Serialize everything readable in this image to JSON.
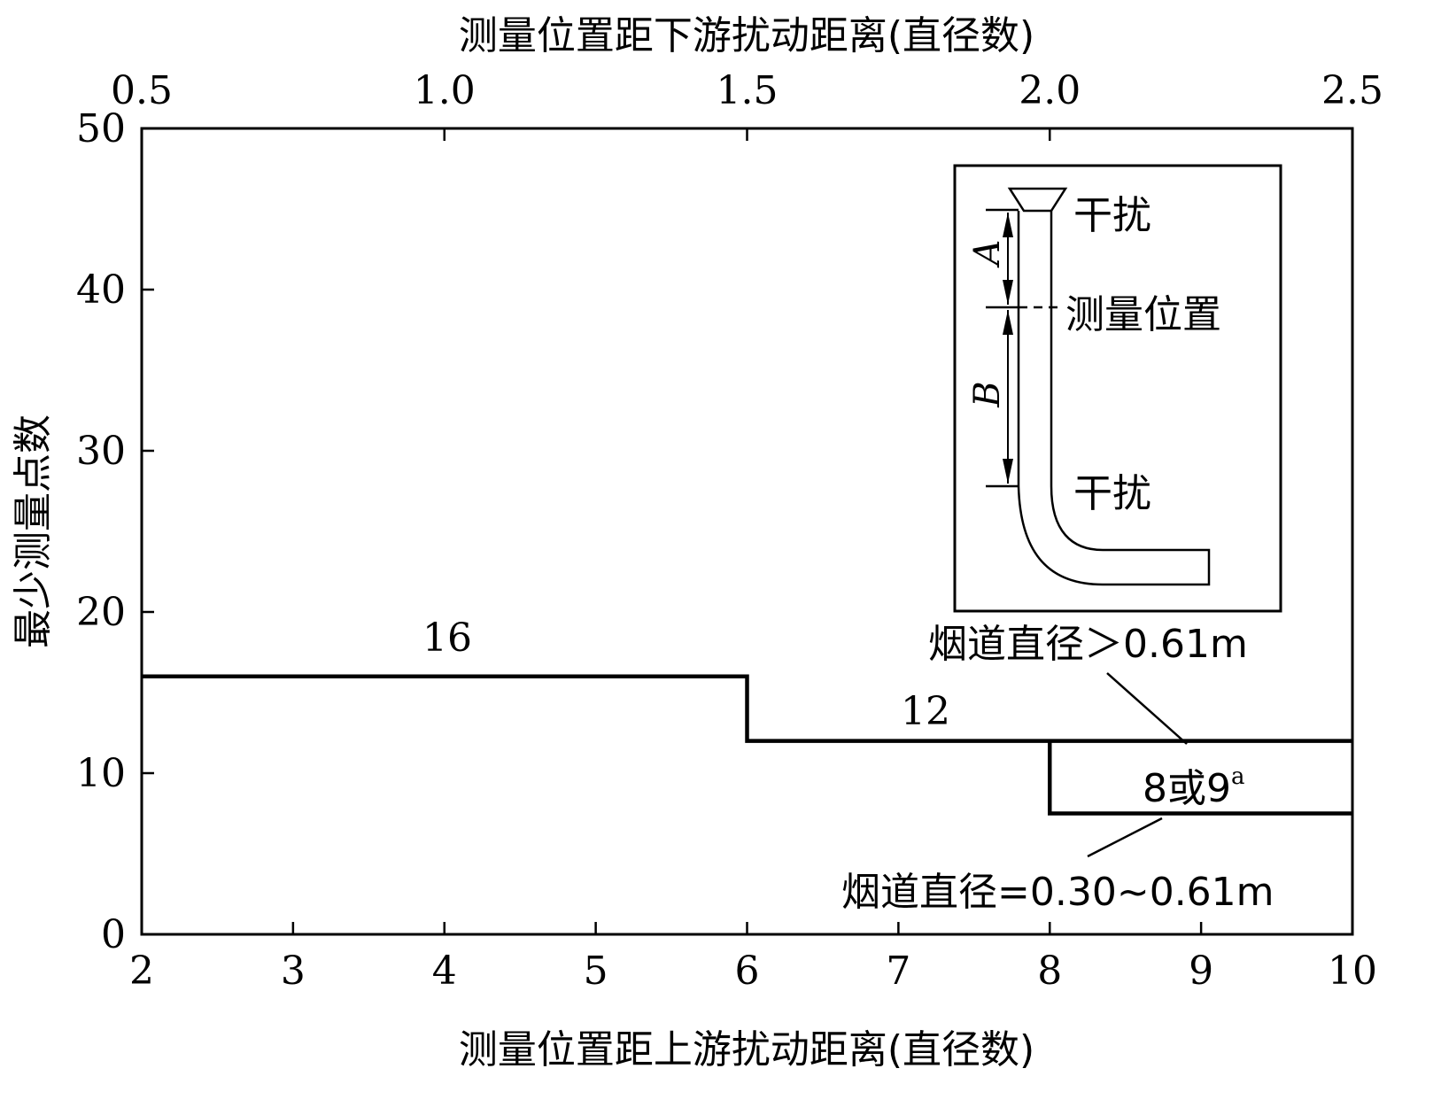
{
  "chart_data": {
    "type": "line",
    "title": "",
    "xlabel": "测量位置距上游扰动距离(直径数)",
    "x2label": "测量位置距下游扰动距离(直径数)",
    "ylabel": "最少测量点数",
    "xlim": [
      2,
      10
    ],
    "x2lim": [
      0.5,
      2.5
    ],
    "ylim": [
      0,
      50
    ],
    "xticks": [
      "2",
      "3",
      "4",
      "5",
      "6",
      "7",
      "8",
      "9",
      "10"
    ],
    "x2ticks": [
      "0.5",
      "1.0",
      "1.5",
      "2.0",
      "2.5"
    ],
    "yticks": [
      "0",
      "10",
      "20",
      "30",
      "40",
      "50"
    ],
    "grid": false,
    "series": [
      {
        "name": "烟道直径>0.61m",
        "x": [
          2,
          6,
          6,
          10
        ],
        "y": [
          16,
          16,
          12,
          12
        ]
      },
      {
        "name": "烟道直径=0.30~0.61m",
        "x": [
          8,
          8,
          10
        ],
        "y": [
          12,
          7.5,
          7.5
        ]
      }
    ],
    "data_labels": [
      {
        "text": "16",
        "x": 4,
        "y": 16
      },
      {
        "text": "12",
        "x": 7.2,
        "y": 12
      },
      {
        "text": "8或9",
        "sup": "a",
        "x": 9.0,
        "y": 9.5
      }
    ],
    "annotations": {
      "large": "烟道直径＞0.61m",
      "small": "烟道直径=0.30~0.61m"
    },
    "inset": {
      "disturbance_top": "干扰",
      "measure_position": "测量位置",
      "disturbance_bottom": "干扰",
      "label_a": "A",
      "label_b": "B"
    }
  }
}
